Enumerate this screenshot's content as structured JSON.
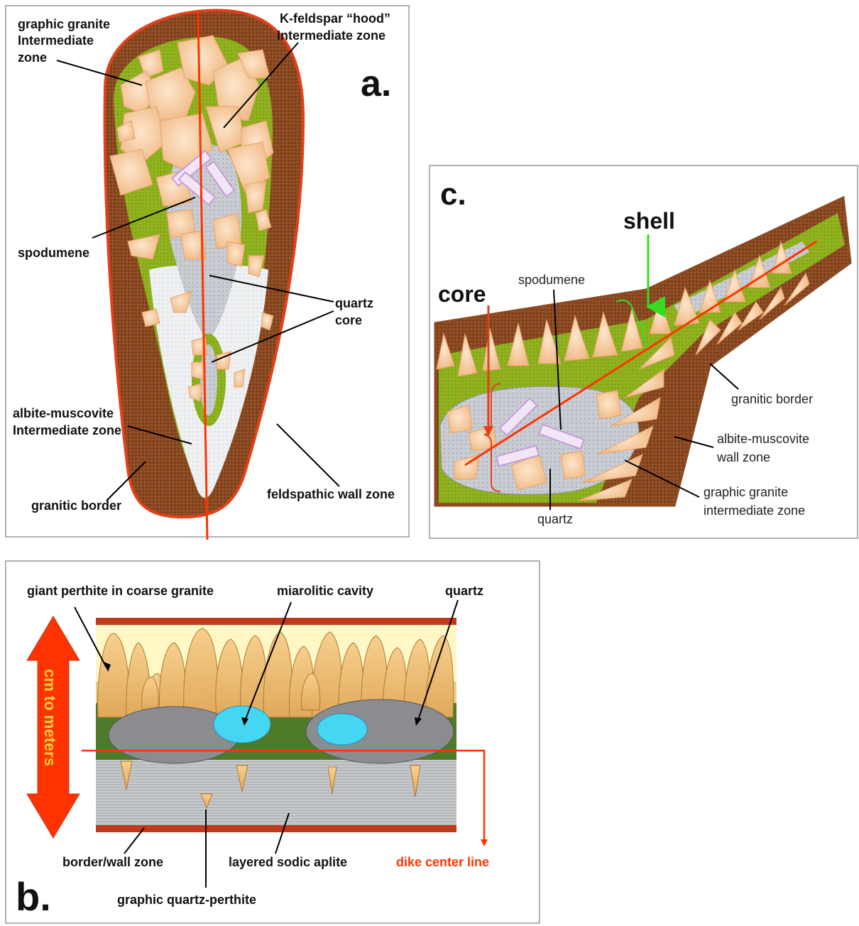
{
  "panel_a": {
    "letter": "a.",
    "labels": {
      "graphic_granite_1": "graphic granite",
      "graphic_granite_2": "Intermediate",
      "graphic_granite_3": "zone",
      "kfeldspar_1": "K-feldspar “hood”",
      "kfeldspar_2": "Intermediate zone",
      "spodumene": "spodumene",
      "quartz_core_1": "quartz",
      "quartz_core_2": "core",
      "albite_1": "albite-muscovite",
      "albite_2": "Intermediate zone",
      "granitic_border": "granitic border",
      "feldspathic": "feldspathic wall zone"
    }
  },
  "panel_b": {
    "letter": "b.",
    "labels": {
      "giant_perthite": "giant perthite in coarse granite",
      "miarolitic": "miarolitic cavity",
      "quartz": "quartz",
      "cm_to_meters": "cm to meters",
      "border_wall": "border/wall zone",
      "layered_aplite": "layered sodic aplite",
      "dike_center": "dike center line",
      "graphic_qp": "graphic quartz-perthite"
    }
  },
  "panel_c": {
    "letter": "c.",
    "labels": {
      "shell": "shell",
      "core": "core",
      "spodumene": "spodumene",
      "granitic_border": "granitic border",
      "albite_1": "albite-muscovite",
      "albite_2": "wall zone",
      "graphic_1": "graphic granite",
      "graphic_2": "intermediate zone",
      "quartz": "quartz"
    }
  },
  "colors": {
    "border_brown": "#8b4a22",
    "outline_red": "#e2401a",
    "green": "#8fb21e",
    "crystal": "#f6c89a",
    "quartz_grey": "#c9ccd2",
    "aplite_white": "#eef0f2",
    "cavity_cyan": "#44d6f2",
    "centerline": "#ff3300"
  }
}
